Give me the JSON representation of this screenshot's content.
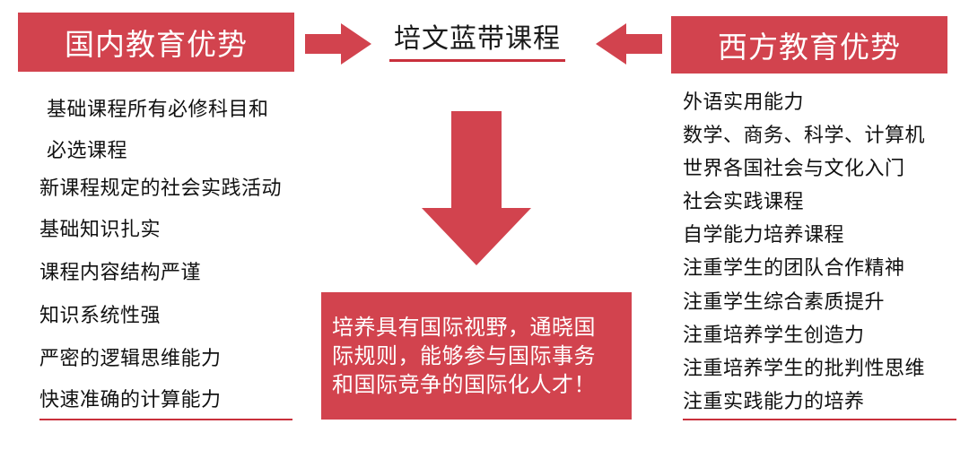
{
  "left": {
    "header": "国内教育优势",
    "items": [
      "基础课程所有必修科目和",
      "必选课程",
      "新课程规定的社会实践活动",
      "基础知识扎实",
      "课程内容结构严谨",
      "知识系统性强",
      "严密的逻辑思维能力",
      "快速准确的计算能力"
    ]
  },
  "center": {
    "title": "培文蓝带课程",
    "result_lines": [
      "培养具有国际视野，通晓国",
      "际规则，能够参与国际事务",
      "和国际竞争的国际化人才！"
    ]
  },
  "right": {
    "header": "西方教育优势",
    "items": [
      "外语实用能力",
      "数学、商务、科学、计算机",
      "世界各国社会与文化入门",
      "社会实践课程",
      "自学能力培养课程",
      "注重学生的团队合作精神",
      "注重学生综合素质提升",
      "注重培养学生创造力",
      "注重培养学生的批判性思维",
      "注重实践能力的培养"
    ]
  },
  "colors": {
    "accent_red": "#d2434e",
    "rule_red": "#c9303c",
    "text": "#111111"
  }
}
